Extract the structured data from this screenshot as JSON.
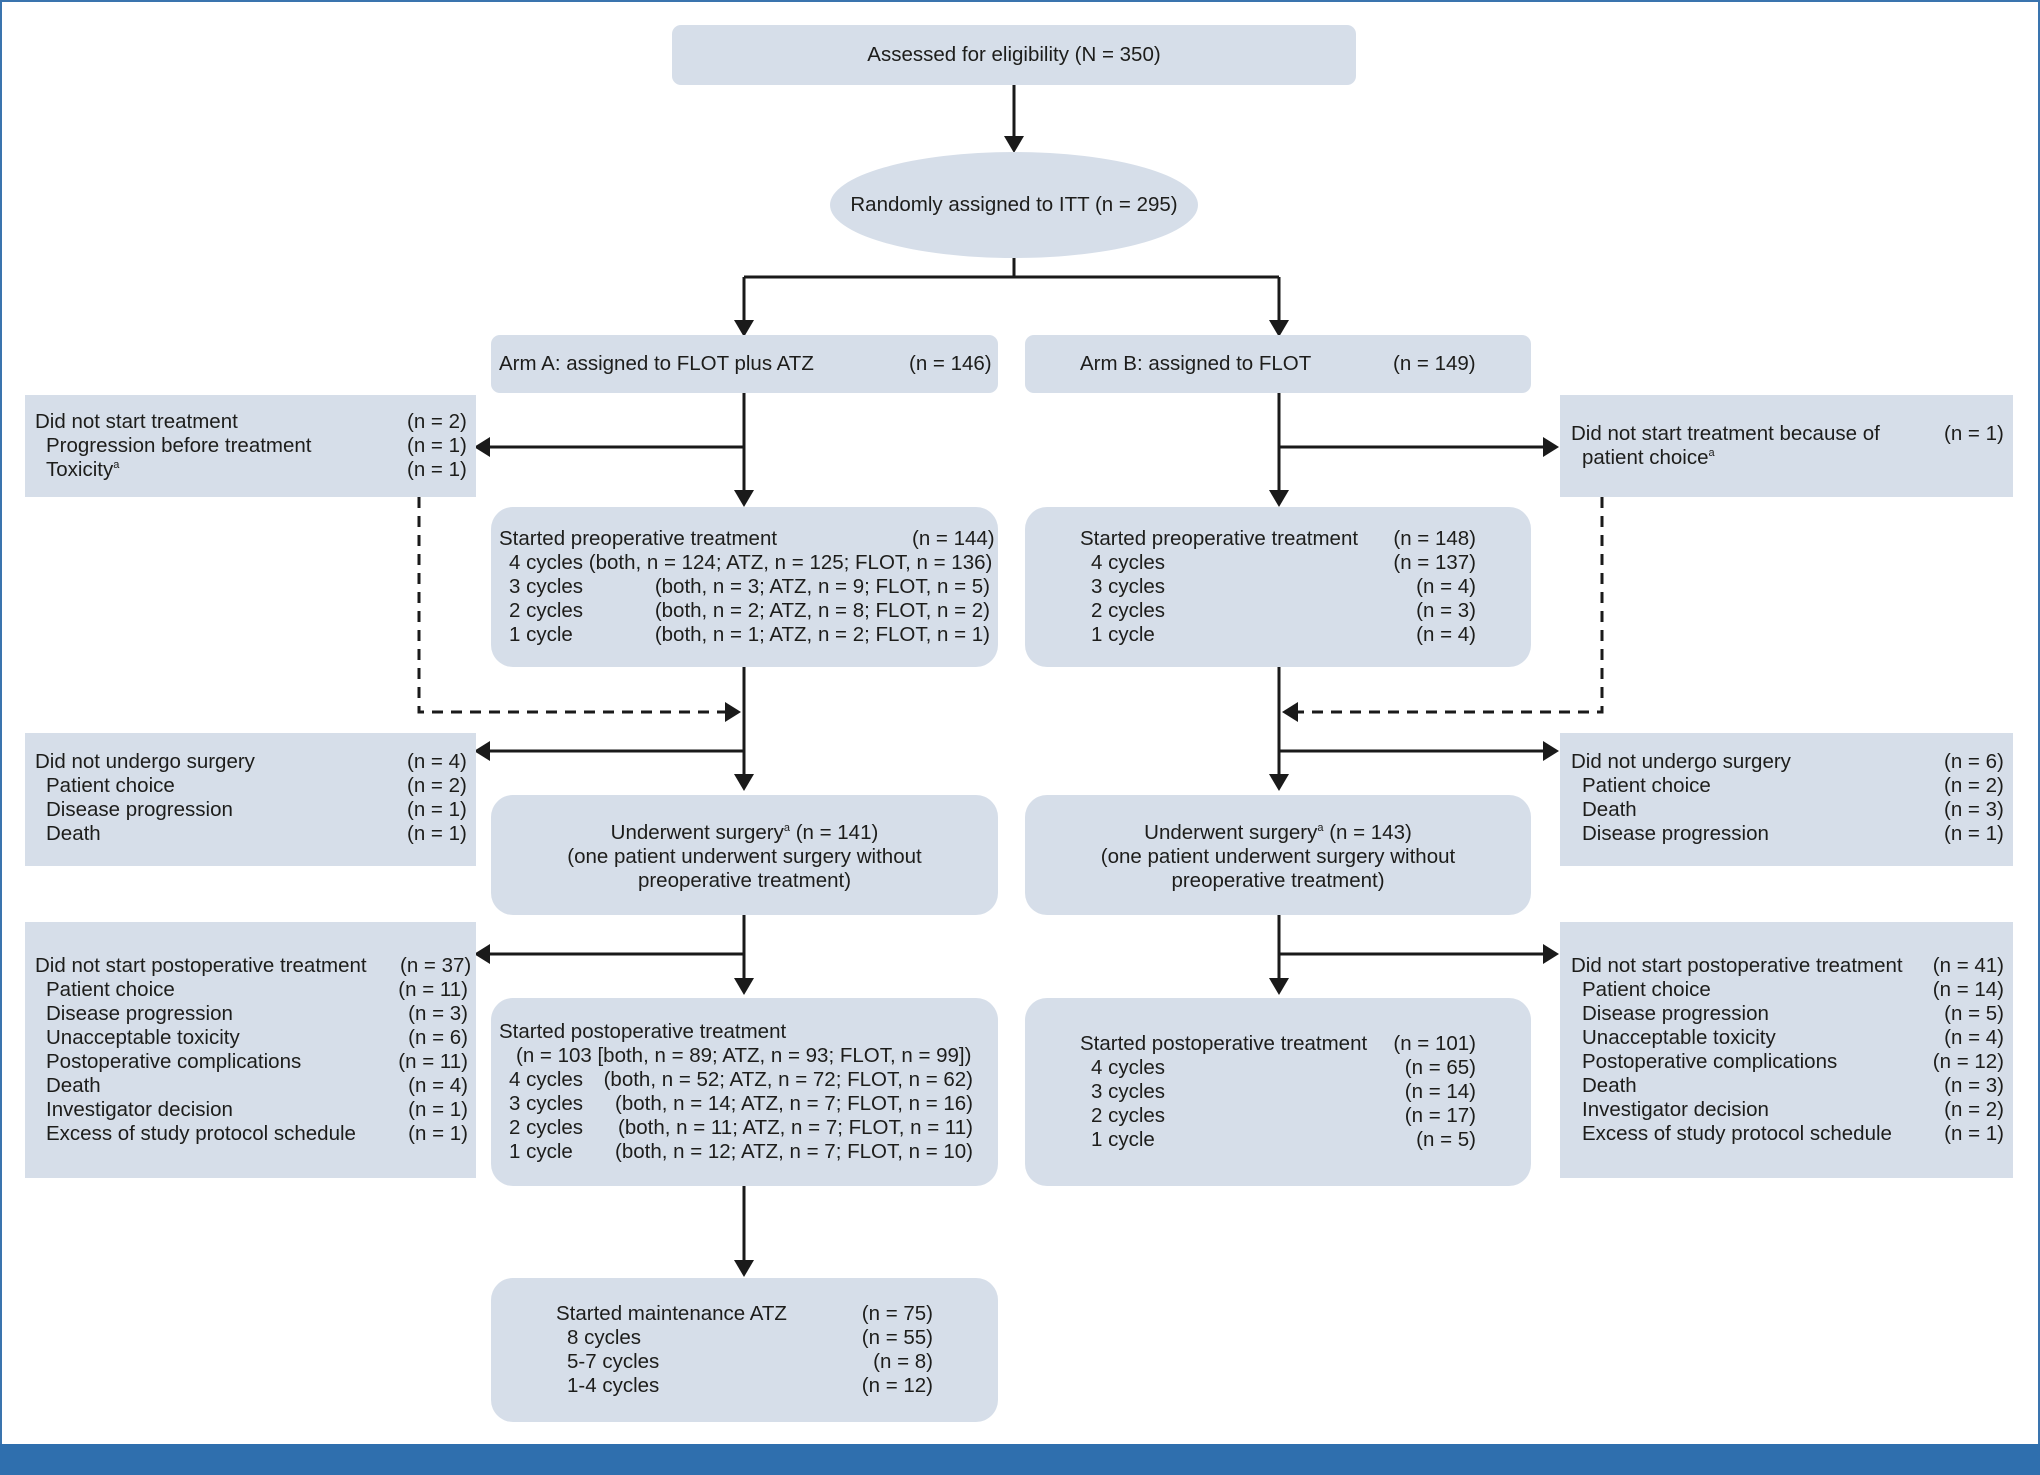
{
  "eligibility": {
    "label": "Assessed for eligibility (N = 350)"
  },
  "randomized": {
    "label": "Randomly assigned to ITT (n = 295)"
  },
  "arm_a": {
    "title": "Arm A: assigned to FLOT plus ATZ",
    "title_n": "(n = 146)",
    "no_start": {
      "header": "Did not start treatment",
      "header_n": "(n = 2)",
      "items": [
        {
          "label": "Progression before treatment",
          "n": "(n = 1)"
        },
        {
          "label": "Toxicity",
          "sup": "a",
          "n": "(n = 1)"
        }
      ]
    },
    "preop": {
      "header": "Started preoperative treatment",
      "header_n": "(n = 144)",
      "rows": [
        {
          "label": "4 cycles (both, n = 124; ATZ, n = 125; FLOT, n = 136)"
        },
        {
          "label": "3 cycles",
          "detail": "(both, n = 3; ATZ, n = 9; FLOT, n = 5)"
        },
        {
          "label": "2 cycles",
          "detail": "(both, n = 2; ATZ, n = 8; FLOT, n = 2)"
        },
        {
          "label": "1 cycle",
          "detail": "(both, n = 1; ATZ, n = 2; FLOT, n = 1)"
        }
      ]
    },
    "no_surgery": {
      "header": "Did not undergo surgery",
      "header_n": "(n = 4)",
      "items": [
        {
          "label": "Patient choice",
          "n": "(n = 2)"
        },
        {
          "label": "Disease progression",
          "n": "(n = 1)"
        },
        {
          "label": "Death",
          "n": "(n = 1)"
        }
      ]
    },
    "surgery": {
      "line1": "Underwent surgery",
      "line1_sup": "a",
      "line1_n": " (n = 141)",
      "line2": "(one patient underwent surgery without",
      "line3": "preoperative treatment)"
    },
    "no_postop": {
      "header": "Did not start postoperative treatment",
      "header_n": "(n = 37)",
      "items": [
        {
          "label": "Patient choice",
          "n": "(n = 11)"
        },
        {
          "label": "Disease progression",
          "n": "(n = 3)"
        },
        {
          "label": "Unacceptable toxicity",
          "n": "(n = 6)"
        },
        {
          "label": "Postoperative complications",
          "n": "(n = 11)"
        },
        {
          "label": "Death",
          "n": "(n = 4)"
        },
        {
          "label": "Investigator decision",
          "n": "(n = 1)"
        },
        {
          "label": "Excess of study protocol schedule",
          "n": "(n = 1)"
        }
      ]
    },
    "postop": {
      "header": "Started postoperative treatment",
      "subheader": "(n = 103 [both, n = 89; ATZ, n = 93; FLOT, n = 99])",
      "rows": [
        {
          "label": "4 cycles",
          "detail": "(both, n = 52; ATZ, n = 72; FLOT, n = 62)"
        },
        {
          "label": "3 cycles",
          "detail": "(both, n = 14; ATZ, n = 7; FLOT, n = 16)"
        },
        {
          "label": "2 cycles",
          "detail": "(both, n = 11; ATZ, n = 7; FLOT, n = 11)"
        },
        {
          "label": "1 cycle",
          "detail": "(both, n = 12; ATZ, n = 7; FLOT, n = 10)"
        }
      ]
    },
    "maintenance": {
      "header": "Started maintenance ATZ",
      "header_n": "(n = 75)",
      "rows": [
        {
          "label": "8 cycles",
          "n": "(n = 55)"
        },
        {
          "label": "5-7 cycles",
          "n": "(n = 8)"
        },
        {
          "label": "1-4 cycles",
          "n": "(n = 12)"
        }
      ]
    }
  },
  "arm_b": {
    "title": "Arm B: assigned to FLOT",
    "title_n": "(n = 149)",
    "no_start": {
      "line1": "Did not start treatment because of",
      "line2": "patient choice",
      "line2_sup": "a",
      "n": "(n = 1)"
    },
    "preop": {
      "header": "Started preoperative treatment",
      "header_n": "(n = 148)",
      "rows": [
        {
          "label": "4 cycles",
          "n": "(n = 137)"
        },
        {
          "label": "3 cycles",
          "n": "(n = 4)"
        },
        {
          "label": "2 cycles",
          "n": "(n = 3)"
        },
        {
          "label": "1 cycle",
          "n": "(n = 4)"
        }
      ]
    },
    "no_surgery": {
      "header": "Did not undergo surgery",
      "header_n": "(n = 6)",
      "items": [
        {
          "label": "Patient choice",
          "n": "(n = 2)"
        },
        {
          "label": "Death",
          "n": "(n = 3)"
        },
        {
          "label": "Disease progression",
          "n": "(n = 1)"
        }
      ]
    },
    "surgery": {
      "line1": "Underwent surgery",
      "line1_sup": "a",
      "line1_n": " (n = 143)",
      "line2": "(one patient underwent surgery without",
      "line3": "preoperative treatment)"
    },
    "no_postop": {
      "header": "Did not start postoperative treatment",
      "header_n": "(n = 41)",
      "items": [
        {
          "label": "Patient choice",
          "n": "(n = 14)"
        },
        {
          "label": "Disease progression",
          "n": "(n = 5)"
        },
        {
          "label": "Unacceptable toxicity",
          "n": "(n = 4)"
        },
        {
          "label": "Postoperative complications",
          "n": "(n = 12)"
        },
        {
          "label": "Death",
          "n": "(n = 3)"
        },
        {
          "label": "Investigator decision",
          "n": "(n = 2)"
        },
        {
          "label": "Excess of study protocol schedule",
          "n": "(n = 1)"
        }
      ]
    },
    "postop": {
      "header": "Started postoperative treatment",
      "header_n": "(n = 101)",
      "rows": [
        {
          "label": "4 cycles",
          "n": "(n = 65)"
        },
        {
          "label": "3 cycles",
          "n": "(n = 14)"
        },
        {
          "label": "2 cycles",
          "n": "(n = 17)"
        },
        {
          "label": "1 cycle",
          "n": "(n = 5)"
        }
      ]
    }
  }
}
